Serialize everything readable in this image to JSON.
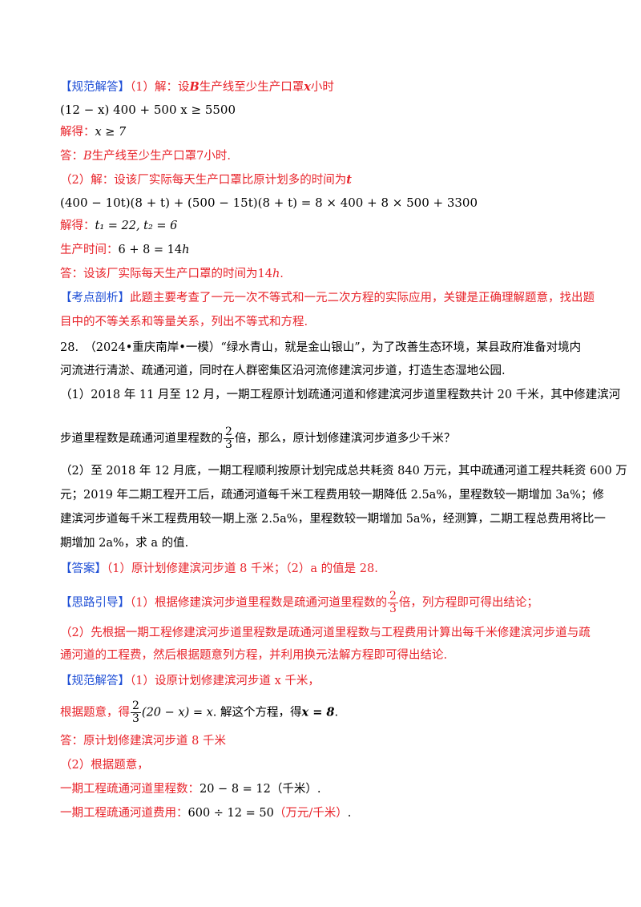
{
  "l1": {
    "tag": "【规范解答】",
    "text": "（1）解：设",
    "v": "B",
    "rest": "生产线至少生产口罩",
    "x": "x",
    "end": "小时"
  },
  "l2": {
    "eq": "(12 − x) 400 + 500 x ≥ 5500"
  },
  "l3": {
    "label": "解得：",
    "eq": "x ≥ 7"
  },
  "l4": {
    "label": "答：",
    "v": "B",
    "text": "生产线至少生产口罩",
    "num": "7",
    "end": "小时."
  },
  "l5": {
    "text": "（2）解：设该厂实际每天生产口罩比原计划多的时间为",
    "v": "t"
  },
  "l6": {
    "eq": "(400 − 10t)(8 + t) + (500 − 15t)(8 + t) = 8 × 400 + 8 × 500 + 3300"
  },
  "l7": {
    "label": "解得：",
    "eq": "t₁ = 22, t₂ = 6"
  },
  "l8": {
    "label": "生产时间：",
    "eq": "6 + 8 = 14",
    "unit": "h"
  },
  "l9": {
    "text": "答：设该厂实际每天生产口罩的时间为",
    "num": "14",
    "unit": "h",
    "end": "."
  },
  "l10": {
    "tag": "【考点剖析】",
    "text": "此题主要考查了一元一次不等式和一元二次方程的实际应用，关键是正确理解题意，找出题"
  },
  "l11": {
    "text": "目中的不等关系和等量关系，列出不等式和方程."
  },
  "l12": {
    "text": "28.　（2024•重庆南岸•一模）“绿水青山，就是金山银山”，为了改善生态环境，某县政府准备对境内"
  },
  "l13": {
    "text": "河流进行清淤、疏通河道，同时在人群密集区沿河流修建滨河步道，打造生态湿地公园."
  },
  "l14": {
    "text": "（1）2018 年 11 月至 12 月，一期工程原计划疏通河道和修建滨河步道里程数共计 20 千米，其中修建滨河"
  },
  "l15": {
    "pre": "步道里程数是疏通河道里程数的",
    "fn": "2",
    "fd": "3",
    "post": "倍，那么，原计划修建滨河步道多少千米？"
  },
  "l16": {
    "text": "（2）至 2018 年 12 月底，一期工程顺利按原计划完成总共耗资 840 万元，其中疏通河道工程共耗资 600 万"
  },
  "l17": {
    "text": "元；2019 年二期工程开工后，疏通河道每千米工程费用较一期降低 2.5a%，里程数较一期增加 3a%；修"
  },
  "l18": {
    "text": "建滨河步道每千米工程费用较一期上涨 2.5a%，里程数较一期增加 5a%，经测算，二期工程总费用将比一"
  },
  "l19": {
    "text": "期增加 2a%，求 a 的值."
  },
  "l20": {
    "tag": "【答案】",
    "text": "（1）原计划修建滨河步道 8 千米；（2）a 的值是 28."
  },
  "l21": {
    "tag": "【思路引导】",
    "pre": "（1）根据修建滨河步道里程数是疏通河道里程数的",
    "fn": "2",
    "fd": "3",
    "post": "倍，列方程即可得出结论；"
  },
  "l22": {
    "text": "（2）先根据一期工程修建滨河步道里程数是疏通河道里程数与工程费用计算出每千米修建滨河步道与疏"
  },
  "l23": {
    "text": "通河道的工程费，然后根据题意列方程，并利用换元法解方程即可得出结论."
  },
  "l24": {
    "tag": "【规范解答】",
    "text": "（1）设原计划修建滨河步道 x 千米，"
  },
  "l25": {
    "pre": "根据题意，得",
    "fn": "2",
    "fd": "3",
    "eq": "(20 − x) = x",
    "mid": ". 解这个方程，得",
    "x": "x = 8",
    "end": "."
  },
  "l26": {
    "text": "答：原计划修建滨河步道 8 千米"
  },
  "l27": {
    "text": "（2）根据题意，"
  },
  "l28": {
    "label": "一期工程疏通河道里程数：",
    "eq": "20 − 8 = 12",
    "unit": "（千米）",
    "end": "."
  },
  "l29": {
    "label": "一期工程疏通河道费用：",
    "eq": "600 ÷ 12 = 50",
    "unit": "（万元/千米）",
    "end": "."
  }
}
